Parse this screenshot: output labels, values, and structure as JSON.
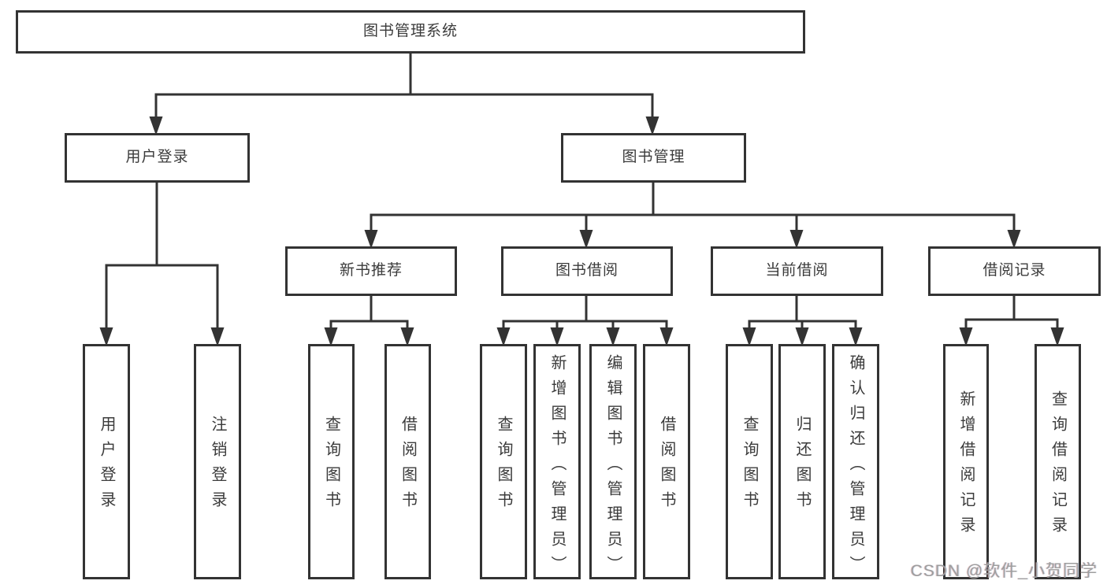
{
  "diagram": {
    "root": {
      "label": "图书管理系统"
    },
    "user_login": {
      "label": "用户登录",
      "children": [
        {
          "label": "用户登录"
        },
        {
          "label": "注销登录"
        }
      ]
    },
    "book_management": {
      "label": "图书管理",
      "sections": [
        {
          "label": "新书推荐",
          "children": [
            {
              "label": "查询图书"
            },
            {
              "label": "借阅图书"
            }
          ]
        },
        {
          "label": "图书借阅",
          "children": [
            {
              "label": "查询图书"
            },
            {
              "label": "新增图书（管理员）"
            },
            {
              "label": "编辑图书（管理员）"
            },
            {
              "label": "借阅图书"
            }
          ]
        },
        {
          "label": "当前借阅",
          "children": [
            {
              "label": "查询图书"
            },
            {
              "label": "归还图书"
            },
            {
              "label": "确认归还（管理员）"
            }
          ]
        },
        {
          "label": "借阅记录",
          "children": [
            {
              "label": "新增借阅记录"
            },
            {
              "label": "查询借阅记录"
            }
          ]
        }
      ]
    },
    "colors": {
      "line": "#333333",
      "text": "#3b3b3b",
      "background": "#ffffff",
      "watermark": "#9e9e9e"
    }
  },
  "watermark": {
    "text": "CSDN @软件_小贺同学"
  }
}
